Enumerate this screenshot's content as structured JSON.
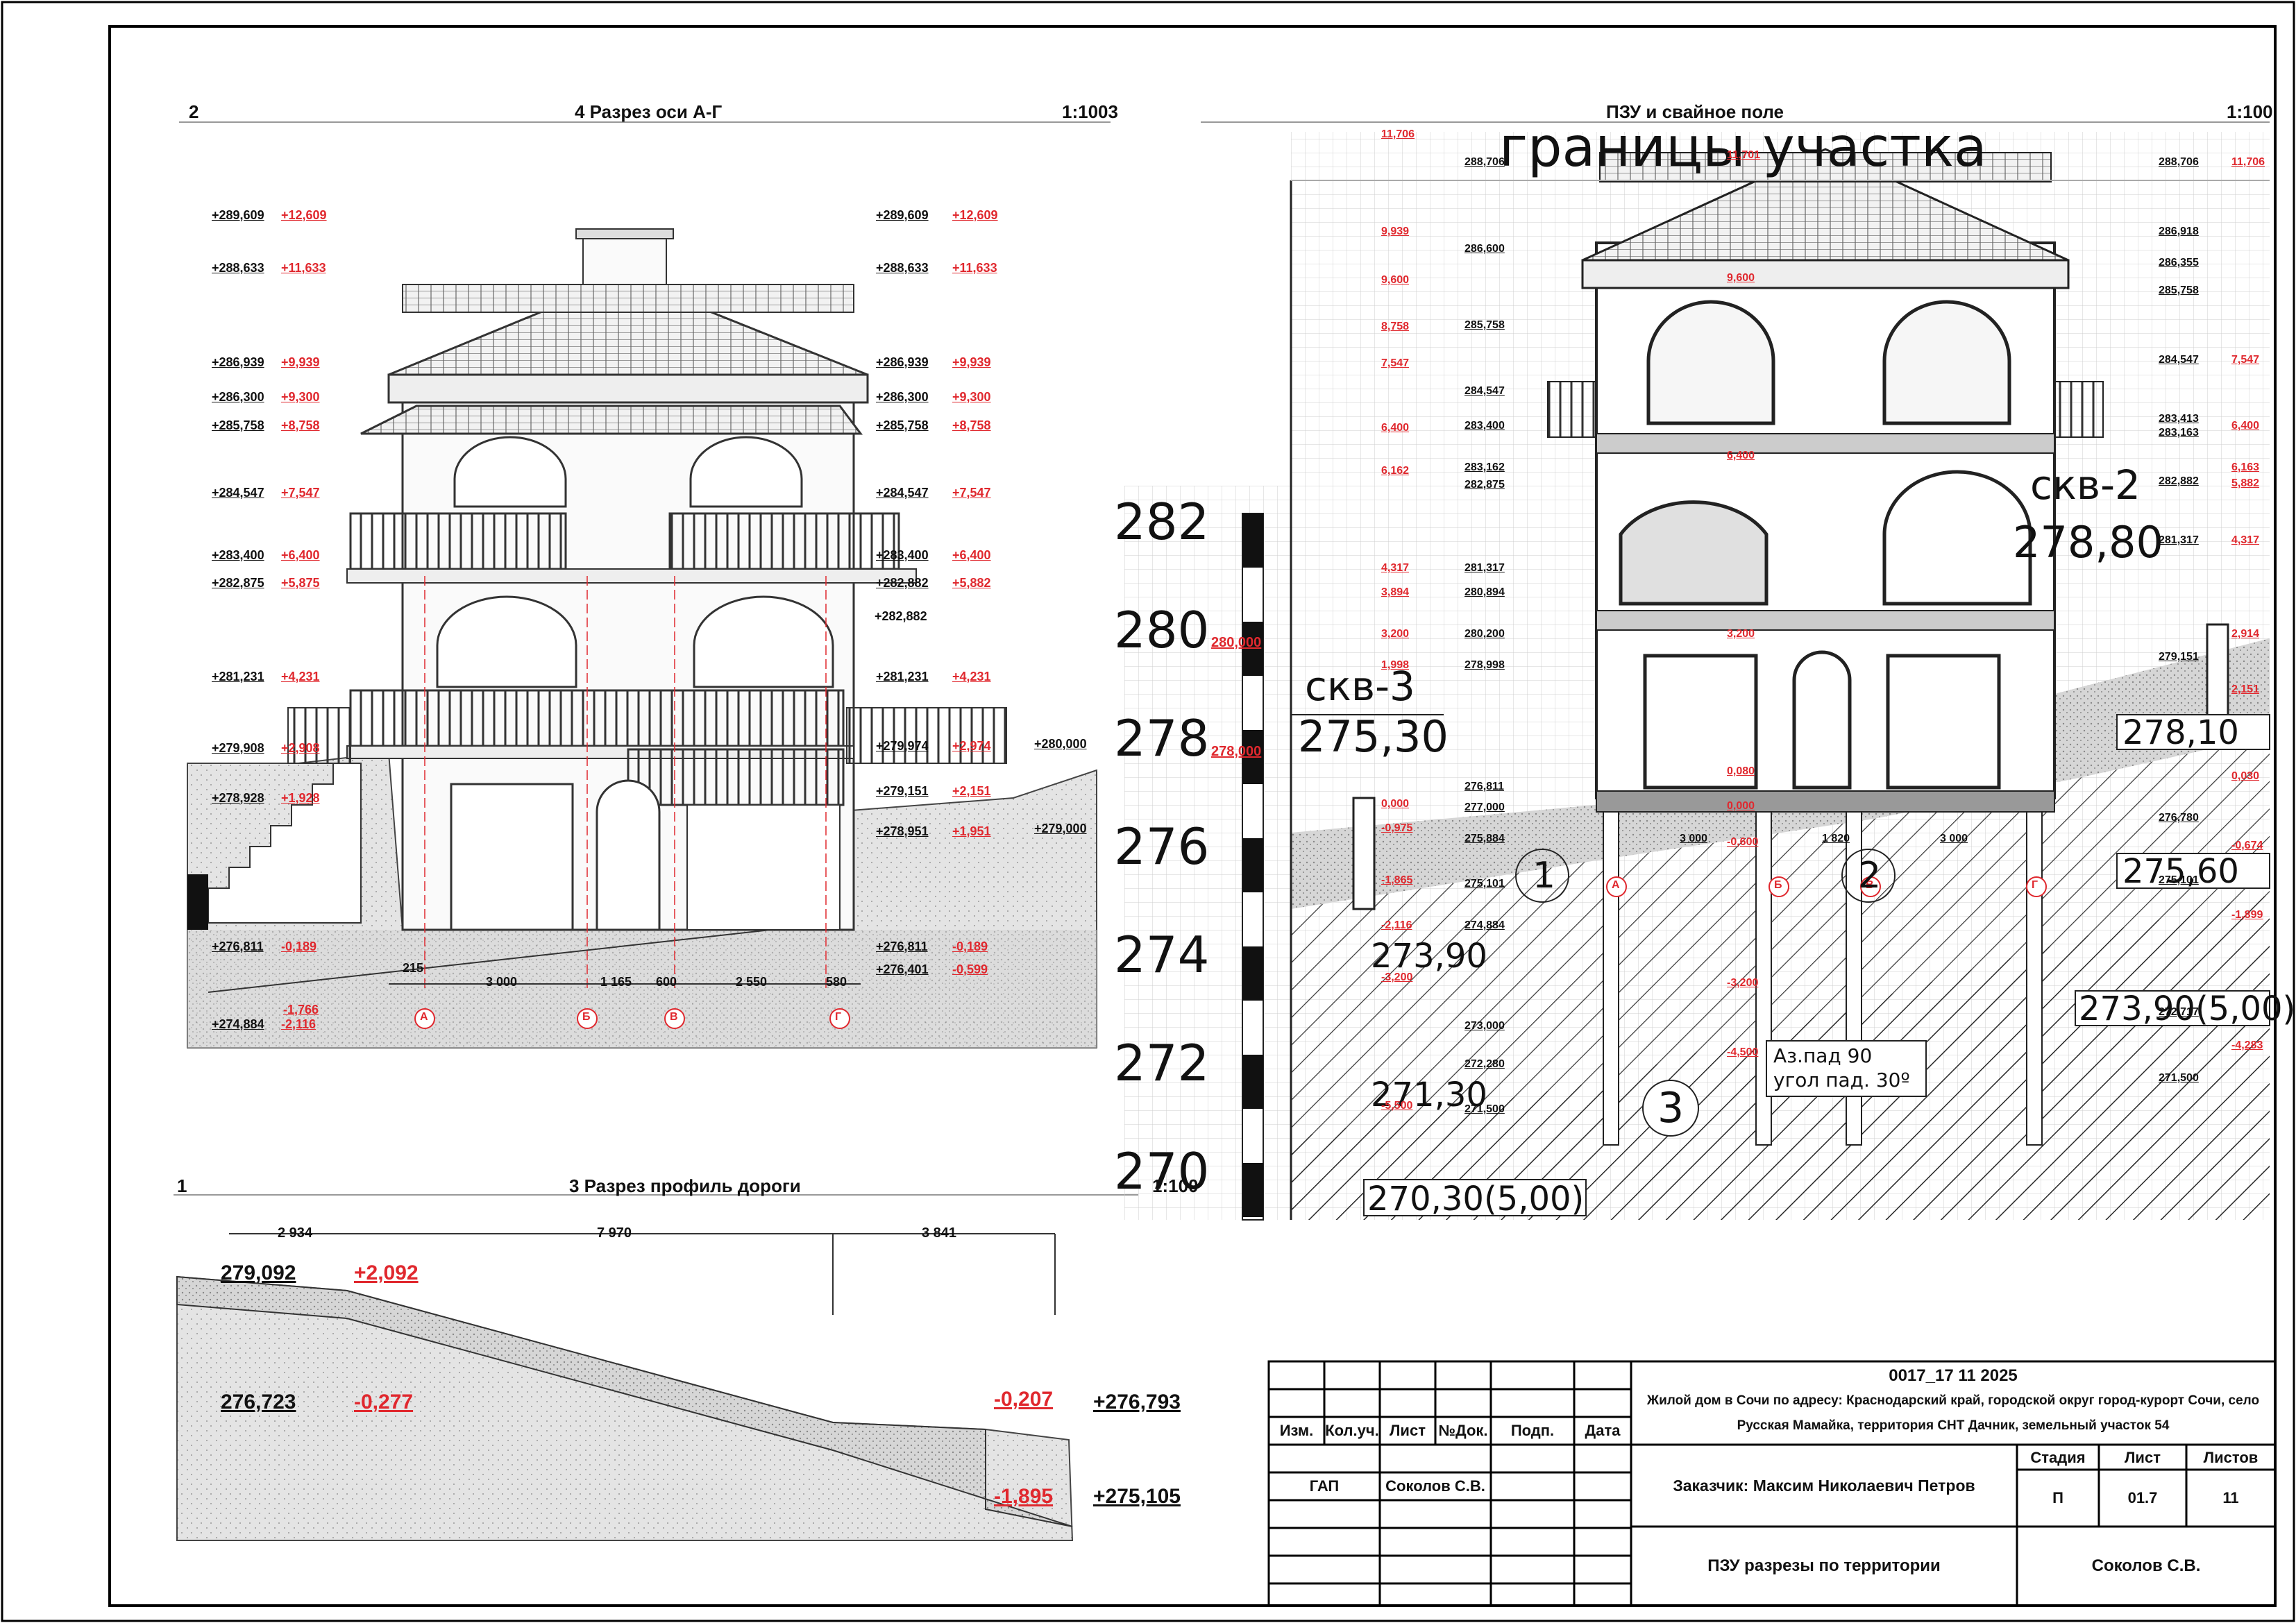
{
  "sections": {
    "left": {
      "num": "2",
      "title": "4 Разрез оси А-Г",
      "scale": "1:1003"
    },
    "right": {
      "title": "ПЗУ и свайное поле",
      "scale": "1:100"
    },
    "road": {
      "num": "1",
      "title": "3 Разрез профиль дороги",
      "scale": "1:100"
    }
  },
  "left_elevations": [
    {
      "abs": "+289,609",
      "rel": "+12,609"
    },
    {
      "abs": "+288,633",
      "rel": "+11,633"
    },
    {
      "abs": "+286,939",
      "rel": "+9,939"
    },
    {
      "abs": "+286,300",
      "rel": "+9,300"
    },
    {
      "abs": "+285,758",
      "rel": "+8,758"
    },
    {
      "abs": "+284,547",
      "rel": "+7,547"
    },
    {
      "abs": "+283,400",
      "rel": "+6,400"
    },
    {
      "abs": "+282,875",
      "rel": "+5,875"
    },
    {
      "abs": "+281,231",
      "rel": "+4,231"
    },
    {
      "abs": "+279,908",
      "rel": "+2,908"
    },
    {
      "abs": "+278,928",
      "rel": "+1,928"
    },
    {
      "abs": "+276,811",
      "rel": "-0,189"
    },
    {
      "abs": "+274,884",
      "rel": "-2,116"
    }
  ],
  "left_extra": {
    "rel_a": "-1,766",
    "dim_215": "215"
  },
  "right_elevations": [
    {
      "abs": "+289,609",
      "rel": "+12,609"
    },
    {
      "abs": "+288,633",
      "rel": "+11,633"
    },
    {
      "abs": "+286,939",
      "rel": "+9,939"
    },
    {
      "abs": "+286,300",
      "rel": "+9,300"
    },
    {
      "abs": "+285,758",
      "rel": "+8,758"
    },
    {
      "abs": "+284,547",
      "rel": "+7,547"
    },
    {
      "abs": "+283,400",
      "rel": "+6,400"
    },
    {
      "abs": "+282,882",
      "rel": "+5,882"
    },
    {
      "abs": "+281,231",
      "rel": "+4,231"
    },
    {
      "abs": "+279,974",
      "rel": "+2,974"
    },
    {
      "abs": "+279,151",
      "rel": "+2,151"
    },
    {
      "abs": "+278,951",
      "rel": "+1,951"
    },
    {
      "abs": "+276,811",
      "rel": "-0,189"
    },
    {
      "abs": "+276,401",
      "rel": "-0,599"
    }
  ],
  "right_extra": {
    "el_280": "+280,000",
    "el_279": "+279,000",
    "el_282882": "+282,882"
  },
  "left_dims": [
    "3 000",
    "1 165",
    "600",
    "2 550",
    "580"
  ],
  "axes": [
    "А",
    "Б",
    "В",
    "Г"
  ],
  "pzu_scale": [
    "282",
    "280",
    "278",
    "276",
    "274",
    "272",
    "270"
  ],
  "pzu_scale_red": [
    "280,000",
    "278,000"
  ],
  "pzu_big": {
    "granitsy": "границы участка",
    "skv2_label": "скв-2",
    "skv2_val": "278,80",
    "skv3_label": "скв-3",
    "skv3_val": "275,30",
    "v1": "278,10",
    "v2": "275,60",
    "v3": "273,90",
    "v4": "273,90(5,00)",
    "v5": "271,30",
    "v6": "270,30(5,00)",
    "circle1": "1",
    "circle2": "2",
    "circle3": "3",
    "az1": "Аз.пад 90",
    "az2": "угол пад. 30º"
  },
  "pzu_left_col_red": [
    "11,706",
    "9,939",
    "9,600",
    "8,758",
    "7,547",
    "6,400",
    "6,162",
    "4,317",
    "3,894",
    "3,200",
    "1,998",
    "0,000",
    "-0,975",
    "-1,865",
    "-2,116",
    "-3,200",
    "-5,500"
  ],
  "pzu_left_col_abs": [
    "288,706",
    "286,600",
    "285,758",
    "284,547",
    "283,400",
    "283,162",
    "282,875",
    "281,317",
    "280,894",
    "280,200",
    "278,998",
    "276,811",
    "277,000",
    "275,884",
    "275,101",
    "274,884",
    "273,000",
    "272,280",
    "271,500"
  ],
  "pzu_mid_red": [
    "11,701",
    "9,600",
    "6,400",
    "3,200",
    "0,080",
    "0,000",
    "-0,600",
    "-3,200",
    "-4,500"
  ],
  "pzu_mid_dims": [
    "3 000",
    "1 820",
    "3 000"
  ],
  "pzu_right_abs": [
    "288,706",
    "286,918",
    "286,355",
    "285,758",
    "284,547",
    "283,413",
    "283,163",
    "282,882",
    "281,317",
    "279,151",
    "276,780",
    "275,101",
    "272,717",
    "271,500"
  ],
  "pzu_right_red": [
    "11,706",
    "7,547",
    "6,400",
    "6,163",
    "5,882",
    "4,317",
    "2,914",
    "2,151",
    "0,030",
    "-0,674",
    "-1,899",
    "-4,283"
  ],
  "road": {
    "dims": [
      "2 934",
      "7 970",
      "3 841"
    ],
    "el1": "279,092",
    "el1r": "+2,092",
    "el2": "276,723",
    "el2r": "-0,277",
    "el3r": "-0,207",
    "el3": "+276,793",
    "el4r": "-1,895",
    "el4": "+275,105"
  },
  "title_block": {
    "doc_code": "0017_17 11 2025",
    "address": "Жилой дом в Сочи по адресу: Краснодарский край, городской округ город-курорт Сочи, село",
    "address2": "Русская Мамайка, территория СНТ Дачник, земельный участок 54",
    "cols": [
      "Изм.",
      "Кол.уч.",
      "Лист",
      "№Док.",
      "Подп.",
      "Дата"
    ],
    "gap": "ГАП",
    "gap_name": "Соколов С.В.",
    "customer": "Заказчик:  Максим Николаевич Петров",
    "stage_h": "Стадия",
    "sheet_h": "Лист",
    "sheets_h": "Листов",
    "stage": "П",
    "sheet": "01.7",
    "sheets": "11",
    "drawing_title": "ПЗУ разрезы по территории",
    "author": "Соколов С.В."
  },
  "colors": {
    "red": "#e0282e",
    "ink": "#111111",
    "grid": "#c8c8c8"
  }
}
